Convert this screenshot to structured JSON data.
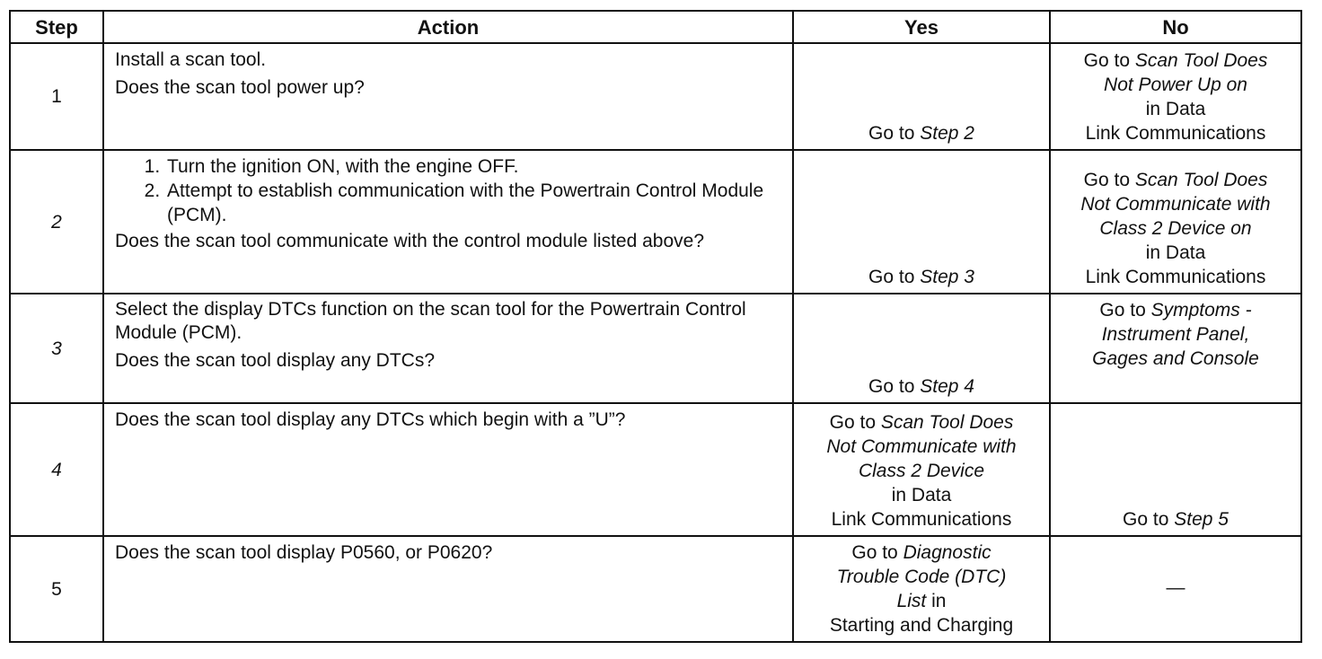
{
  "headers": {
    "step": "Step",
    "action": "Action",
    "yes": "Yes",
    "no": "No"
  },
  "rows": [
    {
      "step": "1",
      "action": {
        "p1": "Install a scan tool.",
        "p2": "Does the scan tool power up?"
      },
      "yes": {
        "pre": "Go to ",
        "em": "Step 2"
      },
      "no": {
        "pre": "Go to ",
        "em1": "Scan Tool Does",
        "em2": "Not Power Up on",
        "l3": "in Data",
        "l4": "Link Communications"
      }
    },
    {
      "step": "2",
      "action": {
        "steps": [
          "Turn the ignition ON, with the engine OFF.",
          "Attempt to establish communication with the Powertrain Control Module (PCM)."
        ],
        "question": "Does the scan tool communicate with the control module listed above?"
      },
      "yes": {
        "pre": "Go to ",
        "em": "Step 3"
      },
      "no": {
        "pre": "Go to ",
        "em1": "Scan Tool Does",
        "em2": "Not Communicate with",
        "em3": "Class 2 Device on",
        "l4": "in Data",
        "l5": "Link Communications"
      }
    },
    {
      "step": "3",
      "action": {
        "p1": "Select the display DTCs function on the scan tool for the Powertrain Control Module (PCM).",
        "p2": "Does the scan tool display any DTCs?"
      },
      "yes": {
        "pre": "Go to ",
        "em": "Step 4"
      },
      "no": {
        "pre": "Go to ",
        "em1": "Symptoms -",
        "em2": "Instrument Panel,",
        "em3": "Gages and Console"
      }
    },
    {
      "step": "4",
      "action": {
        "p1": "Does the scan tool display any DTCs which begin with a ”U”?"
      },
      "yes": {
        "pre": "Go to ",
        "em1": "Scan Tool Does",
        "em2": "Not Communicate with",
        "em3": "Class 2 Device",
        "l4": "in Data",
        "l5": "Link Communications"
      },
      "no": {
        "pre": "Go to ",
        "em": "Step 5"
      }
    },
    {
      "step": "5",
      "action": {
        "p1": "Does the scan tool display P0560, or P0620?"
      },
      "yes": {
        "pre": "Go to ",
        "em1": "Diagnostic",
        "em2": "Trouble Code (DTC)",
        "em3": "List",
        "post3": " in",
        "l4": "Starting and Charging"
      },
      "no": {
        "dash": "—"
      }
    }
  ]
}
